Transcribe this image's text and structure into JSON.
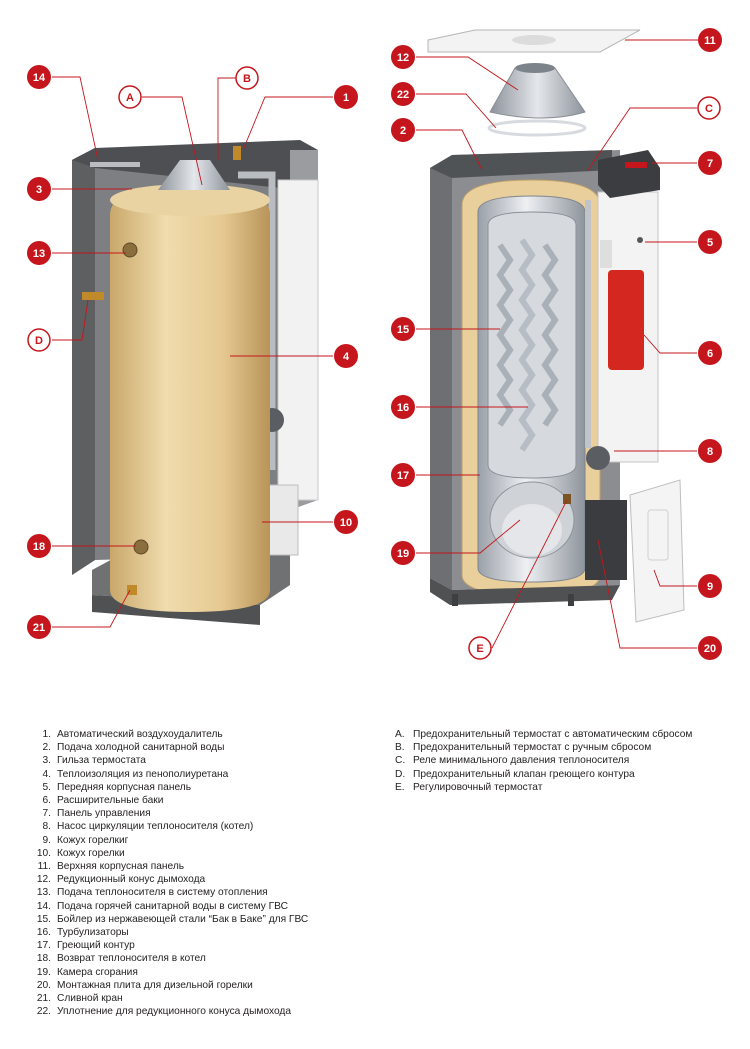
{
  "callouts": {
    "n1": "1",
    "n2": "2",
    "n3": "3",
    "n4": "4",
    "n5": "5",
    "n6": "6",
    "n7": "7",
    "n8": "8",
    "n9": "9",
    "n10": "10",
    "n11": "11",
    "n12": "12",
    "n13": "13",
    "n14": "14",
    "n15": "15",
    "n16": "16",
    "n17": "17",
    "n18": "18",
    "n19": "19",
    "n20": "20",
    "n21": "21",
    "n22": "22",
    "A": "A",
    "B": "B",
    "C": "C",
    "D": "D",
    "E": "E"
  },
  "legend_numbered": [
    {
      "num": "1.",
      "text": "Автоматический воздухоудалитель"
    },
    {
      "num": "2.",
      "text": "Подача холодной санитарной воды"
    },
    {
      "num": "3.",
      "text": "Гильза термостата"
    },
    {
      "num": "4.",
      "text": "Теплоизоляция из пенополиуретана"
    },
    {
      "num": "5.",
      "text": "Передняя корпусная панель"
    },
    {
      "num": "6.",
      "text": "Расширительные баки"
    },
    {
      "num": "7.",
      "text": "Панель управления"
    },
    {
      "num": "8.",
      "text": "Насос циркуляции теплоносителя (котел)"
    },
    {
      "num": "9.",
      "text": "Кожух горелкиг"
    },
    {
      "num": "10.",
      "text": "Кожух горелки"
    },
    {
      "num": "11.",
      "text": "Верхняя корпусная панель"
    },
    {
      "num": "12.",
      "text": "Редукционный конус дымохода"
    },
    {
      "num": "13.",
      "text": "Подача теплоносителя в систему отопления"
    },
    {
      "num": "14.",
      "text": "Подача горячей санитарной воды в систему ГВС"
    },
    {
      "num": "15.",
      "text": "Бойлер из нержавеющей стали “Бак в Баке” для ГВС"
    },
    {
      "num": "16.",
      "text": "Турбулизаторы"
    },
    {
      "num": "17.",
      "text": "Греющий контур"
    },
    {
      "num": "18.",
      "text": "Возврат теплоносителя в котел"
    },
    {
      "num": "19.",
      "text": "Камера сгорания"
    },
    {
      "num": "20.",
      "text": "Монтажная плита для дизельной горелки"
    },
    {
      "num": "21.",
      "text": "Сливной кран"
    },
    {
      "num": "22.",
      "text": "Уплотнение для редукционного конуса дымохода"
    }
  ],
  "legend_lettered": [
    {
      "num": "A.",
      "text": "Предохранительный термостат с автоматическим сбросом"
    },
    {
      "num": "B.",
      "text": "Предохранительный термостат с ручным сбросом"
    },
    {
      "num": "C.",
      "text": "Реле минимального давления теплоносителя"
    },
    {
      "num": "D.",
      "text": "Предохранительный клапан греющего контура"
    },
    {
      "num": "E.",
      "text": "Регулировочный термостат"
    }
  ],
  "colors": {
    "callout_red": "#c4161c",
    "insulation": "#e8cf9c",
    "cabinet_grey": "#8a8c8e",
    "panel_white": "#f4f4f4",
    "steel": "#c9ccd1",
    "expansion_red": "#d3271f"
  }
}
